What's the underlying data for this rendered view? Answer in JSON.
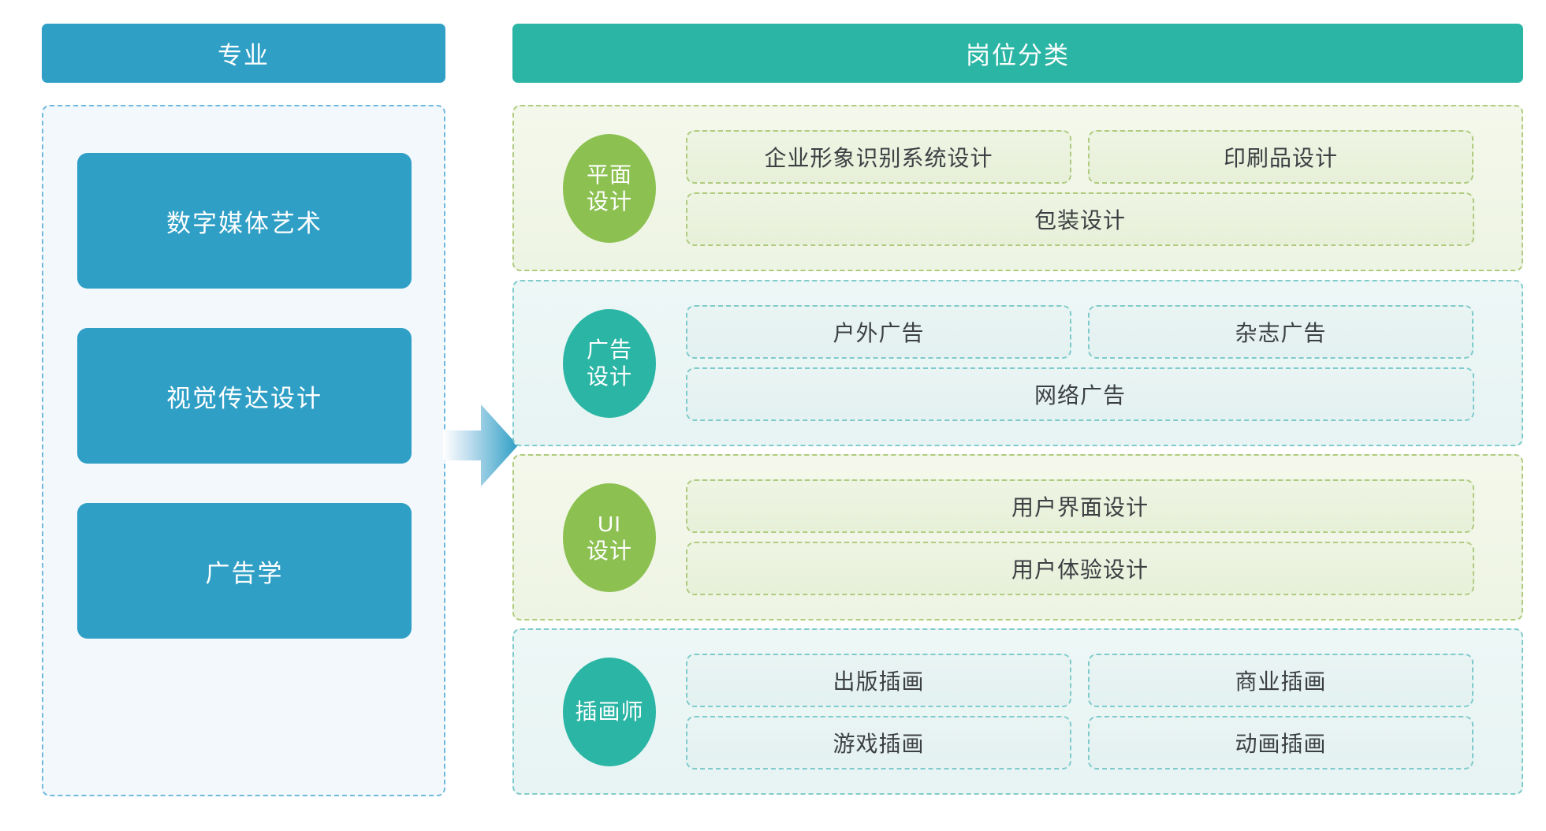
{
  "left": {
    "header_label": "专业",
    "majors": [
      {
        "label": "数字媒体艺术"
      },
      {
        "label": "视觉传达设计"
      },
      {
        "label": "广告学"
      }
    ]
  },
  "arrow": {
    "name": "right-arrow",
    "gradient_from": "#FFFFFF",
    "gradient_to": "#2F9FC6"
  },
  "right": {
    "header_label": "岗位分类",
    "groups": [
      {
        "theme": "green",
        "circle_lines": [
          "平面",
          "设计"
        ],
        "items": [
          {
            "label": "企业形象识别系统设计",
            "span": "half"
          },
          {
            "label": "印刷品设计",
            "span": "half"
          },
          {
            "label": "包装设计",
            "span": "full"
          }
        ]
      },
      {
        "theme": "teal",
        "circle_lines": [
          "广告",
          "设计"
        ],
        "items": [
          {
            "label": "户外广告",
            "span": "half"
          },
          {
            "label": "杂志广告",
            "span": "half"
          },
          {
            "label": "网络广告",
            "span": "full"
          }
        ]
      },
      {
        "theme": "green",
        "circle_lines": [
          "UI",
          "设计"
        ],
        "items": [
          {
            "label": "用户界面设计",
            "span": "full"
          },
          {
            "label": "用户体验设计",
            "span": "full"
          }
        ]
      },
      {
        "theme": "teal",
        "circle_lines": [
          "插画师"
        ],
        "items": [
          {
            "label": "出版插画",
            "span": "half"
          },
          {
            "label": "商业插画",
            "span": "half"
          },
          {
            "label": "游戏插画",
            "span": "half"
          },
          {
            "label": "动画插画",
            "span": "half"
          }
        ]
      }
    ]
  },
  "colors": {
    "blue": "#2F9FC6",
    "teal": "#2BB5A4",
    "green": "#8CC152",
    "blue_dash": "#6FB9DE",
    "green_dash": "#AFCB7E",
    "teal_dash": "#7FCBCB"
  }
}
